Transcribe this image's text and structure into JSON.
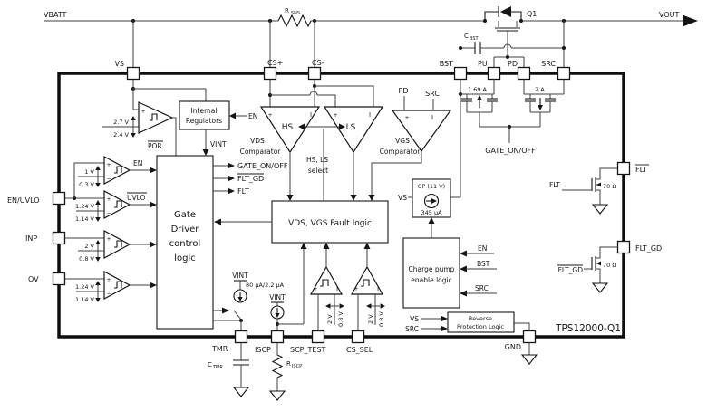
{
  "colors": {
    "background": "#ffffff",
    "ink": "#151515",
    "wire": "#3f3f3f"
  },
  "rail": {
    "vbatt": "VBATT",
    "vout": "VOUT",
    "q1": "Q1",
    "rsns_r": "R",
    "rsns_sub": "SNS",
    "cbst_c": "C",
    "cbst_sub": "BST"
  },
  "pins": {
    "vs": "VS",
    "cs_plus": "CS+",
    "cs_minus": "CS-",
    "bst": "BST",
    "pu": "PU",
    "pd": "PD",
    "src": "SRC",
    "en_uvlo": "EN/UVLO",
    "inp": "INP",
    "ov": "OV",
    "tmr": "TMR",
    "iscp": "ISCP",
    "scp_test": "SCP_TEST",
    "cs_sel": "CS_SEL",
    "gnd": "GND",
    "flt": "FLT",
    "flt_gd": "FLT_GD"
  },
  "sym": {
    "plus": "+",
    "minus": "−",
    "i": "I"
  },
  "comp": {
    "por": {
      "out": "POR",
      "high": "2.7 V",
      "low": "2.4 V"
    },
    "en": {
      "out": "EN",
      "high": "1 V",
      "low": "0.3 V"
    },
    "uvlo": {
      "out": "UVLO",
      "high": "1.24 V",
      "low": "1.14 V"
    },
    "inp": {
      "high": "2 V",
      "low": "0.8 V"
    },
    "ov": {
      "high": "1.24 V",
      "low": "1.14 V"
    },
    "hs": "HS",
    "ls": "LS",
    "vds1": "VDS",
    "vds2": "Comparator",
    "vgs1": "VGS",
    "vgs2": "Comparator",
    "sel1": "HS, LS",
    "sel2": "select",
    "pd_net": "PD",
    "src_net": "SRC",
    "scp": {
      "high": "2 V",
      "low": "0.8 V"
    },
    "cssel": {
      "high": "2 V",
      "low": "0.8 V"
    }
  },
  "blocks": {
    "reg1": "Internal",
    "reg2": "Regulators",
    "reg_en": "EN",
    "vint": "VINT",
    "gate1": "Gate",
    "gate2": "Driver",
    "gate3": "control",
    "gate4": "logic",
    "fault": "VDS, VGS Fault logic",
    "cp_title": "CP (11 V)",
    "cp_i": "345 µA",
    "cp_vs": "VS",
    "cpe1": "Charge pump",
    "cpe2": "enable logic",
    "cpe_en": "EN",
    "cpe_bst": "BST",
    "cpe_src": "SRC",
    "rpl1": "Reverse",
    "rpl2": "Protection Logic",
    "rpl_vs": "VS",
    "rpl_src": "SRC"
  },
  "sig": {
    "gate_on_off": "GATE_ON/OFF",
    "flt_gd": "FLT_GD",
    "flt": "FLT",
    "gate_on_off_net": "GATE_ON/OFF"
  },
  "drv": {
    "lim_pu": "1.69 A",
    "lim_pd": "2 A"
  },
  "srcs": {
    "vint_tmr": "VINT",
    "i_tmr": "80 µA/2.2 µA",
    "vint_iscp": "VINT"
  },
  "ext": {
    "ctmr_c": "C",
    "ctmr_sub": "TMR",
    "riscp_r": "R",
    "riscp_sub": "ISCP"
  },
  "out": {
    "flt_gate": "FLT",
    "flt_r": "70 Ω",
    "fltgd_gate": "FLT_GD",
    "fltgd_r": "70 Ω"
  },
  "part": "TPS12000-Q1"
}
